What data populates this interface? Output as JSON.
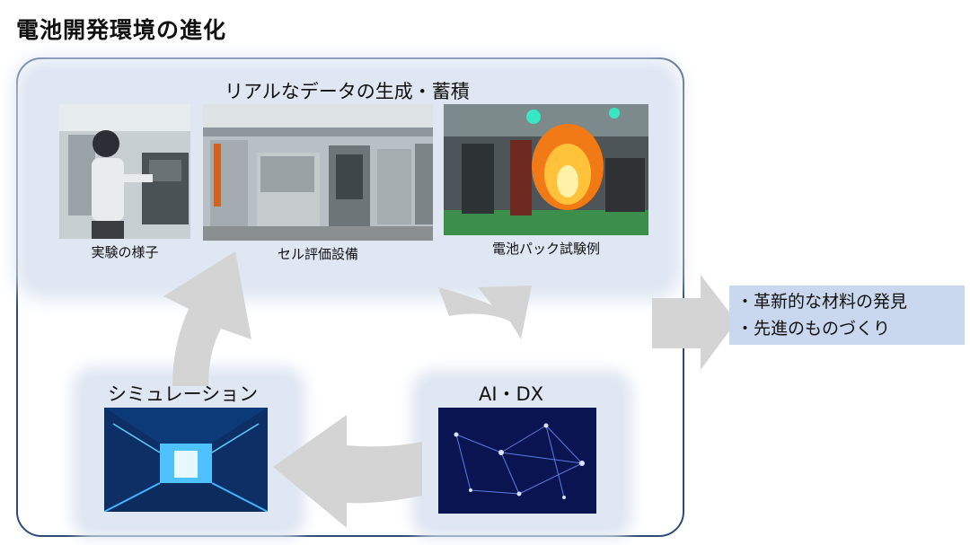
{
  "page": {
    "title": "電池開発環境の進化"
  },
  "top_section": {
    "heading": "リアルなデータの生成・蓄積",
    "photos": [
      {
        "caption": "実験の様子"
      },
      {
        "caption": "セル評価設備"
      },
      {
        "caption": "電池パック試験例"
      }
    ]
  },
  "simulation": {
    "heading": "シミュレーション"
  },
  "ai_dx": {
    "heading": "AI・DX"
  },
  "outcome": {
    "items": [
      "・革新的な材料の発見",
      "・先進のものづくり"
    ]
  },
  "colors": {
    "frame_border": "#2f4a78",
    "panel_glow": "#dfe7f3",
    "arrow_gray": "#d4d4d4",
    "outcome_box": "#c9d8ee"
  }
}
